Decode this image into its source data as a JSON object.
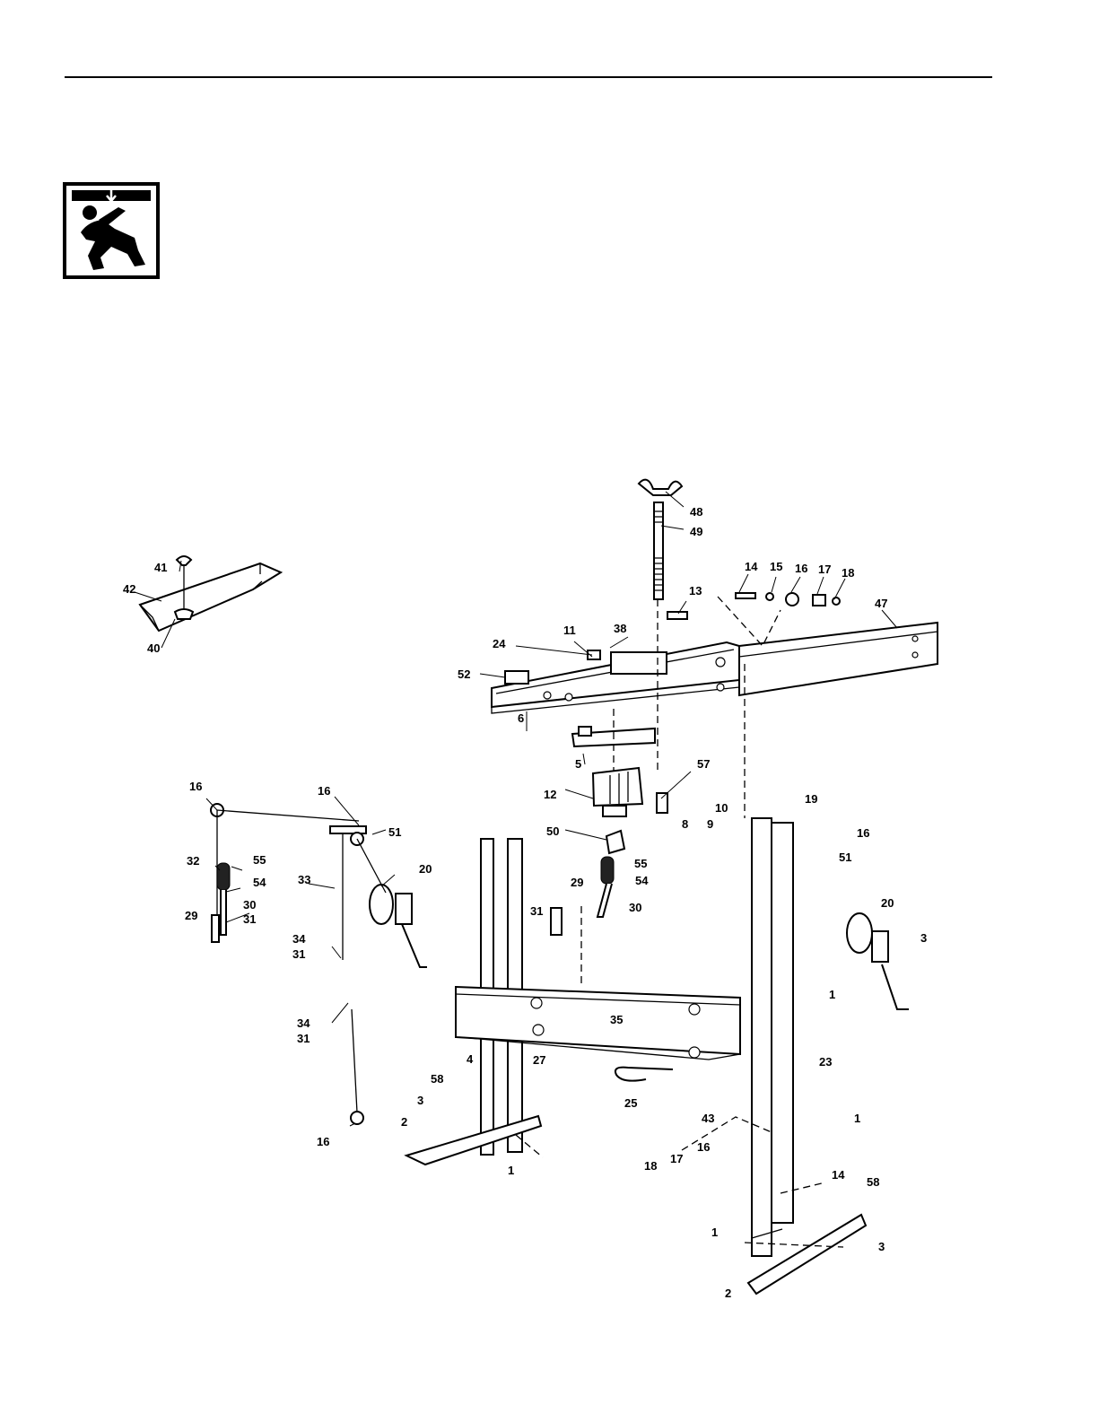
{
  "warning": {
    "icon": "crush-hazard-icon"
  },
  "callouts": [
    {
      "id": "c48a",
      "text": "48"
    },
    {
      "id": "c49a",
      "text": "49"
    },
    {
      "id": "c14a",
      "text": "14"
    },
    {
      "id": "c15a",
      "text": "15"
    },
    {
      "id": "c16a",
      "text": "16"
    },
    {
      "id": "c17a",
      "text": "17"
    },
    {
      "id": "c18a",
      "text": "18"
    },
    {
      "id": "c13a",
      "text": "13"
    },
    {
      "id": "c47a",
      "text": "47"
    },
    {
      "id": "c11a",
      "text": "11"
    },
    {
      "id": "c38a",
      "text": "38"
    },
    {
      "id": "c24a",
      "text": "24"
    },
    {
      "id": "c52a",
      "text": "52"
    },
    {
      "id": "c6a",
      "text": "6"
    },
    {
      "id": "c5a",
      "text": "5"
    },
    {
      "id": "c57a",
      "text": "57"
    },
    {
      "id": "c12a",
      "text": "12"
    },
    {
      "id": "c50a",
      "text": "50"
    },
    {
      "id": "c41a",
      "text": "41"
    },
    {
      "id": "c42a",
      "text": "42"
    },
    {
      "id": "c40a",
      "text": "40"
    },
    {
      "id": "c16b",
      "text": "16"
    },
    {
      "id": "c16c",
      "text": "16"
    },
    {
      "id": "c51a",
      "text": "51"
    },
    {
      "id": "c32a",
      "text": "32"
    },
    {
      "id": "c55a",
      "text": "55"
    },
    {
      "id": "c54a",
      "text": "54"
    },
    {
      "id": "c33a",
      "text": "33"
    },
    {
      "id": "c20a",
      "text": "20"
    },
    {
      "id": "c30a",
      "text": "30"
    },
    {
      "id": "c29a",
      "text": "29"
    },
    {
      "id": "c31a",
      "text": "31"
    },
    {
      "id": "c34a",
      "text": "34"
    },
    {
      "id": "c31b",
      "text": "31"
    },
    {
      "id": "c34b",
      "text": "34"
    },
    {
      "id": "c31c",
      "text": "31"
    },
    {
      "id": "c16d",
      "text": "16"
    },
    {
      "id": "c19a",
      "text": "19"
    },
    {
      "id": "c10a",
      "text": "10"
    },
    {
      "id": "c16e",
      "text": "16"
    },
    {
      "id": "c8a",
      "text": "8"
    },
    {
      "id": "c9a",
      "text": "9"
    },
    {
      "id": "c51b",
      "text": "51"
    },
    {
      "id": "c55b",
      "text": "55"
    },
    {
      "id": "c54b",
      "text": "54"
    },
    {
      "id": "c29b",
      "text": "29"
    },
    {
      "id": "c31d",
      "text": "31"
    },
    {
      "id": "c30b",
      "text": "30"
    },
    {
      "id": "c20b",
      "text": "20"
    },
    {
      "id": "c3a",
      "text": "3"
    },
    {
      "id": "c1a",
      "text": "1"
    },
    {
      "id": "c35a",
      "text": "35"
    },
    {
      "id": "c27a",
      "text": "27"
    },
    {
      "id": "c4a",
      "text": "4"
    },
    {
      "id": "c23a",
      "text": "23"
    },
    {
      "id": "c25a",
      "text": "25"
    },
    {
      "id": "c58a",
      "text": "58"
    },
    {
      "id": "c3b",
      "text": "3"
    },
    {
      "id": "c43a",
      "text": "43"
    },
    {
      "id": "c1b",
      "text": "1"
    },
    {
      "id": "c2a",
      "text": "2"
    },
    {
      "id": "c1c",
      "text": "1"
    },
    {
      "id": "c17b",
      "text": "17"
    },
    {
      "id": "c16f",
      "text": "16"
    },
    {
      "id": "c18b",
      "text": "18"
    },
    {
      "id": "c14b",
      "text": "14"
    },
    {
      "id": "c58b",
      "text": "58"
    },
    {
      "id": "c1d",
      "text": "1"
    },
    {
      "id": "c3c",
      "text": "3"
    },
    {
      "id": "c2b",
      "text": "2"
    }
  ]
}
